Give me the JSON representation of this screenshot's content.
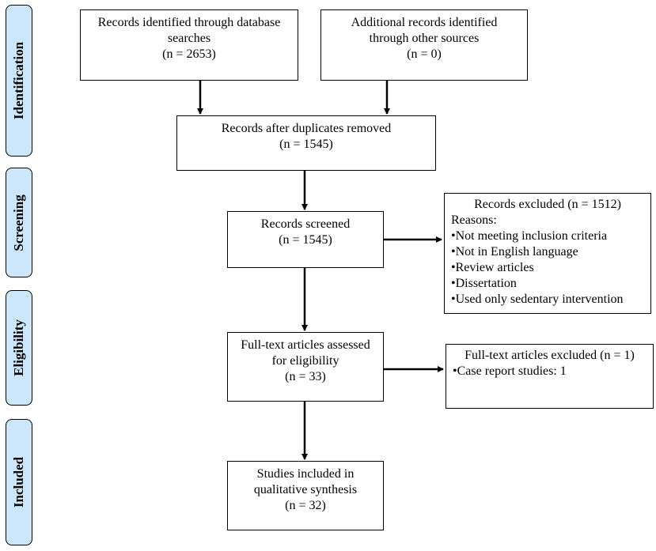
{
  "stages": {
    "identification": "Identification",
    "screening": "Screening",
    "eligibility": "Eligibility",
    "included": "Included"
  },
  "boxes": {
    "database_records": {
      "lines": [
        "Records identified through database",
        "searches",
        "(n = 2653)"
      ]
    },
    "other_sources": {
      "lines": [
        "Additional records identified",
        "through other sources",
        "(n = 0)"
      ]
    },
    "after_duplicates": {
      "lines": [
        "Records after duplicates removed",
        "(n = 1545)"
      ]
    },
    "screened": {
      "lines": [
        "Records screened",
        "(n = 1545)"
      ]
    },
    "excluded_records": {
      "title": "Records excluded (n = 1512)",
      "reasons_label": "Reasons:",
      "reasons": [
        "•Not meeting inclusion criteria",
        "•Not in English language",
        "•Review articles",
        "•Dissertation",
        "•Used only sedentary intervention"
      ]
    },
    "fulltext_assessed": {
      "lines": [
        "Full-text articles assessed",
        "for eligibility",
        "(n = 33)"
      ]
    },
    "fulltext_excluded": {
      "title": "Full-text articles excluded (n = 1)",
      "items": [
        "•Case report studies: 1"
      ]
    },
    "included_studies": {
      "lines": [
        "Studies included in",
        "qualitative synthesis",
        "(n = 32)"
      ]
    }
  },
  "colors": {
    "stage_fill": "#cce6fb",
    "border": "#000000"
  }
}
